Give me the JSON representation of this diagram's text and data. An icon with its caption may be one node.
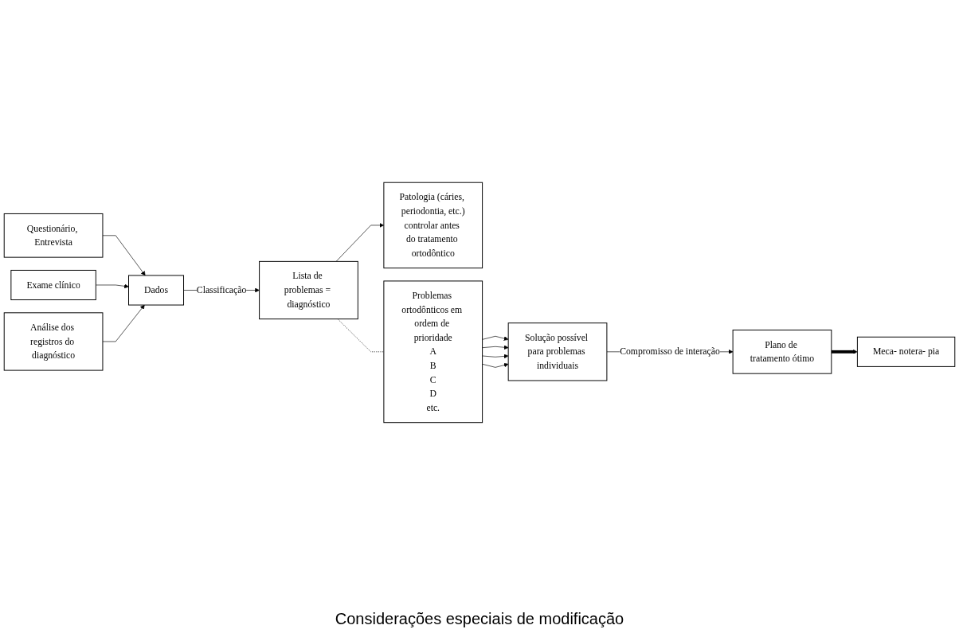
{
  "diagram": {
    "nodes": [
      {
        "text": [
          "Questionário, Entrevista"
        ]
      },
      {
        "text": [
          "Exame clínico"
        ]
      },
      {
        "text": [
          "Análise dos registros do diagnóstico"
        ]
      },
      {
        "text": [
          "Dados"
        ]
      },
      {
        "text": [
          "Lista de problemas = diagnóstico"
        ]
      },
      {
        "text": [
          "Patologia (cáries, periodontia, etc.)",
          "controlar antes do tratamento ortodôntico"
        ]
      },
      {
        "text": [
          "Problemas ortodônticos em ordem de prioridade",
          "A",
          "B",
          "C",
          "D",
          "etc."
        ]
      },
      {
        "text": [
          "Solução possível para problemas individuais"
        ]
      },
      {
        "text": [
          "Plano de tratamento ótimo"
        ]
      },
      {
        "text": [
          "Meca- notera- pia"
        ]
      }
    ],
    "edges": [
      {
        "from": 0,
        "to": 3,
        "arrow": "to"
      },
      {
        "from": 1,
        "to": 3,
        "arrow": "to"
      },
      {
        "from": 2,
        "to": 3,
        "arrow": "to"
      },
      {
        "from": 3,
        "to": 4,
        "arrow": "to",
        "label": "Classificação"
      },
      {
        "from": 4,
        "to": 5,
        "arrow": "to"
      },
      {
        "from": 4,
        "to": 6,
        "arrow": "none",
        "style": "dashed"
      },
      {
        "from": 6,
        "to": 7,
        "arrow": "to"
      },
      {
        "from": 6,
        "to": 7,
        "arrow": "to"
      },
      {
        "from": 6,
        "to": 7,
        "arrow": "to"
      },
      {
        "from": 6,
        "to": 7,
        "arrow": "to"
      },
      {
        "from": 7,
        "to": 8,
        "arrow": "to",
        "label": "Compromisso de interação"
      },
      {
        "from": 8,
        "to": 9,
        "arrow": "to",
        "style": "thick"
      }
    ],
    "labels": [
      "Considerações especiais de modificação"
    ]
  }
}
